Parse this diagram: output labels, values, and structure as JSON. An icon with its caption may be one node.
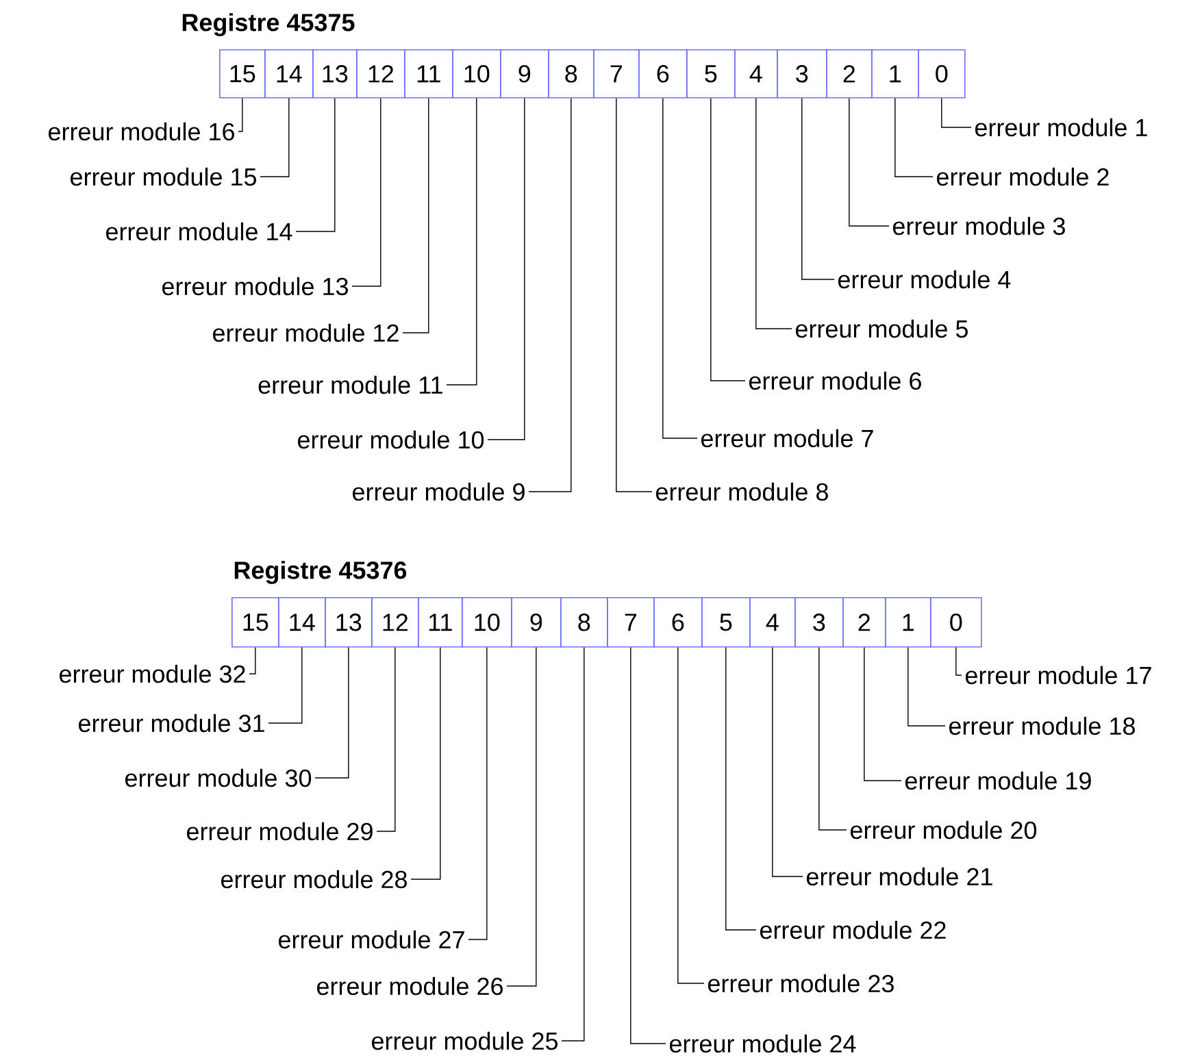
{
  "diagram": {
    "nodes": [
      {
        "text": [
          "15"
        ]
      },
      {
        "text": [
          "14"
        ]
      },
      {
        "text": [
          "13"
        ]
      },
      {
        "text": [
          "12"
        ]
      },
      {
        "text": [
          "11"
        ]
      },
      {
        "text": [
          "10"
        ]
      },
      {
        "text": [
          "9"
        ]
      },
      {
        "text": [
          "8"
        ]
      },
      {
        "text": [
          "7"
        ]
      },
      {
        "text": [
          "6"
        ]
      },
      {
        "text": [
          "5"
        ]
      },
      {
        "text": [
          "4"
        ]
      },
      {
        "text": [
          "3"
        ]
      },
      {
        "text": [
          "2"
        ]
      },
      {
        "text": [
          "1"
        ]
      },
      {
        "text": [
          "0"
        ]
      },
      {
        "text": [
          "erreur module 16"
        ]
      },
      {
        "text": [
          "erreur module 15"
        ]
      },
      {
        "text": [
          "erreur module 14"
        ]
      },
      {
        "text": [
          "erreur module 13"
        ]
      },
      {
        "text": [
          "erreur module 12"
        ]
      },
      {
        "text": [
          "erreur module 11"
        ]
      },
      {
        "text": [
          "erreur module 10"
        ]
      },
      {
        "text": [
          "erreur module 9"
        ]
      },
      {
        "text": [
          "erreur module 8"
        ]
      },
      {
        "text": [
          "erreur module 7"
        ]
      },
      {
        "text": [
          "erreur module 6"
        ]
      },
      {
        "text": [
          "erreur module 5"
        ]
      },
      {
        "text": [
          "erreur module 4"
        ]
      },
      {
        "text": [
          "erreur module 3"
        ]
      },
      {
        "text": [
          "erreur module 2"
        ]
      },
      {
        "text": [
          "erreur module 1"
        ]
      },
      {
        "text": [
          "15"
        ]
      },
      {
        "text": [
          "14"
        ]
      },
      {
        "text": [
          "13"
        ]
      },
      {
        "text": [
          "12"
        ]
      },
      {
        "text": [
          "11"
        ]
      },
      {
        "text": [
          "10"
        ]
      },
      {
        "text": [
          "9"
        ]
      },
      {
        "text": [
          "8"
        ]
      },
      {
        "text": [
          "7"
        ]
      },
      {
        "text": [
          "6"
        ]
      },
      {
        "text": [
          "5"
        ]
      },
      {
        "text": [
          "4"
        ]
      },
      {
        "text": [
          "3"
        ]
      },
      {
        "text": [
          "2"
        ]
      },
      {
        "text": [
          "1"
        ]
      },
      {
        "text": [
          "0"
        ]
      },
      {
        "text": [
          "erreur module 32"
        ]
      },
      {
        "text": [
          "erreur module 31"
        ]
      },
      {
        "text": [
          "erreur module 30"
        ]
      },
      {
        "text": [
          "erreur module 29"
        ]
      },
      {
        "text": [
          "erreur module 28"
        ]
      },
      {
        "text": [
          "erreur module 27"
        ]
      },
      {
        "text": [
          "erreur module 26"
        ]
      },
      {
        "text": [
          "erreur module 25"
        ]
      },
      {
        "text": [
          "erreur module 24"
        ]
      },
      {
        "text": [
          "erreur module 23"
        ]
      },
      {
        "text": [
          "erreur module 22"
        ]
      },
      {
        "text": [
          "erreur module 21"
        ]
      },
      {
        "text": [
          "erreur module 20"
        ]
      },
      {
        "text": [
          "erreur module 19"
        ]
      },
      {
        "text": [
          "erreur module 18"
        ]
      },
      {
        "text": [
          "erreur module 17"
        ]
      }
    ],
    "edges": [
      {
        "from": 16,
        "to": 0,
        "arrow": "none"
      },
      {
        "from": 17,
        "to": 1,
        "arrow": "none"
      },
      {
        "from": 18,
        "to": 2,
        "arrow": "none"
      },
      {
        "from": 19,
        "to": 3,
        "arrow": "none"
      },
      {
        "from": 20,
        "to": 4,
        "arrow": "none"
      },
      {
        "from": 21,
        "to": 5,
        "arrow": "none"
      },
      {
        "from": 22,
        "to": 6,
        "arrow": "none"
      },
      {
        "from": 23,
        "to": 7,
        "arrow": "none"
      },
      {
        "from": 24,
        "to": 8,
        "arrow": "none"
      },
      {
        "from": 25,
        "to": 9,
        "arrow": "none"
      },
      {
        "from": 26,
        "to": 10,
        "arrow": "none"
      },
      {
        "from": 27,
        "to": 11,
        "arrow": "none"
      },
      {
        "from": 28,
        "to": 12,
        "arrow": "none"
      },
      {
        "from": 29,
        "to": 13,
        "arrow": "none"
      },
      {
        "from": 30,
        "to": 14,
        "arrow": "none"
      },
      {
        "from": 31,
        "to": 15,
        "arrow": "none"
      },
      {
        "from": 48,
        "to": 32,
        "arrow": "none"
      },
      {
        "from": 49,
        "to": 33,
        "arrow": "none"
      },
      {
        "from": 50,
        "to": 34,
        "arrow": "none"
      },
      {
        "from": 51,
        "to": 35,
        "arrow": "none"
      },
      {
        "from": 52,
        "to": 36,
        "arrow": "none"
      },
      {
        "from": 53,
        "to": 37,
        "arrow": "none"
      },
      {
        "from": 54,
        "to": 38,
        "arrow": "none"
      },
      {
        "from": 55,
        "to": 39,
        "arrow": "none"
      },
      {
        "from": 56,
        "to": 40,
        "arrow": "none"
      },
      {
        "from": 57,
        "to": 41,
        "arrow": "none"
      },
      {
        "from": 58,
        "to": 42,
        "arrow": "none"
      },
      {
        "from": 59,
        "to": 43,
        "arrow": "none"
      },
      {
        "from": 60,
        "to": 44,
        "arrow": "none"
      },
      {
        "from": 61,
        "to": 45,
        "arrow": "none"
      },
      {
        "from": 62,
        "to": 46,
        "arrow": "none"
      },
      {
        "from": 63,
        "to": 47,
        "arrow": "none"
      }
    ],
    "labels": [
      "Registre 45375",
      "Registre 45376"
    ]
  }
}
